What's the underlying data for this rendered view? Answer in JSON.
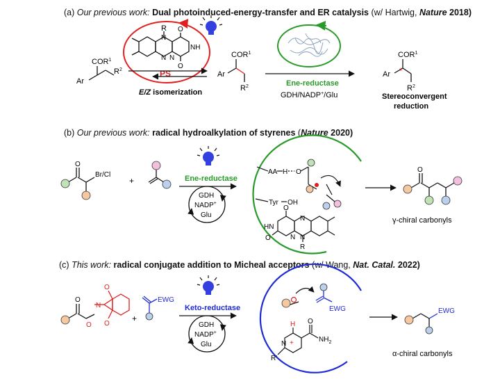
{
  "colors": {
    "red": "#e02020",
    "green": "#2a9a2a",
    "blue": "#1f2bd6",
    "black": "#111111",
    "sub_orange": "#f6c8a0",
    "sub_green": "#bfe3b5",
    "sub_pink": "#f2c0de",
    "sub_blue": "#bcd0ee",
    "lamp_blue": "#3340e0"
  },
  "section_a": {
    "prefix": "(a) ",
    "italic": "Our previous work:",
    "bold": " Dual photoinduced-energy-transfer and ER catalysis",
    "tail": " (w/ Hartwig, ",
    "journal": "Nature",
    "year": " 2018)",
    "flavin_R": "R",
    "flavin_NH": "NH",
    "flavin_O1": "O",
    "flavin_O2": "O",
    "flavin_N1": "N",
    "flavin_N2": "N",
    "flavin_N3": "N",
    "ps_label": "PS",
    "sm_cor": "COR",
    "sm_sup1": "1",
    "sm_ar": "Ar",
    "sm_r": "R",
    "sm_sup2": "2",
    "iso_ez": "E/Z",
    "iso_text": " isomerization",
    "int_cor": "COR",
    "int_sup1": "1",
    "int_ar": "Ar",
    "int_r": "R",
    "int_sup2": "2",
    "er_label": "Ene-reductase",
    "er_cond": "GDH/NADP",
    "er_cond_sup": "+",
    "er_cond_tail": "/Glu",
    "prod_cor": "COR",
    "prod_sup1": "1",
    "prod_ar": "Ar",
    "prod_r": "R",
    "prod_sup2": "2",
    "prod_star": "*",
    "result_line1": "Stereoconvergent",
    "result_line2": "reduction"
  },
  "section_b": {
    "prefix": "(b) ",
    "italic": "Our previous work:",
    "bold": " radical hydroalkylation of styrenes",
    "tail": " (",
    "journal": "Nature",
    "year": " 2020)",
    "sm_o": "O",
    "sm_brcl": "Br/Cl",
    "plus": "+",
    "er_label": "Ene-reductase",
    "cyc_1": "GDH",
    "cyc_2": "NADP",
    "cyc_2_sup": "+",
    "cyc_3": "Glu",
    "aa": "AA",
    "h_o": "H",
    "o_o": "O",
    "tyr": "Tyr",
    "oh": "OH",
    "fl_hn": "HN",
    "fl_o1": "O",
    "fl_o2": "O",
    "fl_n1": "N",
    "fl_n2": "N",
    "fl_n3": "N",
    "fl_r": "R",
    "prod_o": "O",
    "prod_label": "γ-chiral carbonyls"
  },
  "section_c": {
    "prefix": "(c) ",
    "italic": "This work:",
    "bold": " radical conjugate addition to Micheal acceptors",
    "tail": " (w/ Wang, ",
    "journal": "Nat. Catal.",
    "year": " 2022)",
    "nhpi_o1": "O",
    "nhpi_o2": "O",
    "nhpi_o3": "O",
    "nhpi_o4": "O",
    "nhpi_n": "N",
    "plus": "+",
    "ewg": "EWG",
    "kr_label": "Keto-reductase",
    "cyc_1": "GDH",
    "cyc_2": "NADP",
    "cyc_2_sup": "+",
    "cyc_3": "Glu",
    "pocket_ewg": "EWG",
    "nad_h": "H",
    "nad_o": "O",
    "nad_nh2": "NH",
    "nad_nh2_sub": "2",
    "nad_n": "N",
    "nad_plus": "+",
    "nad_r": "R",
    "nad_r_prime": "'",
    "prod_ewg": "EWG",
    "prod_label": "α-chiral carbonyls"
  }
}
